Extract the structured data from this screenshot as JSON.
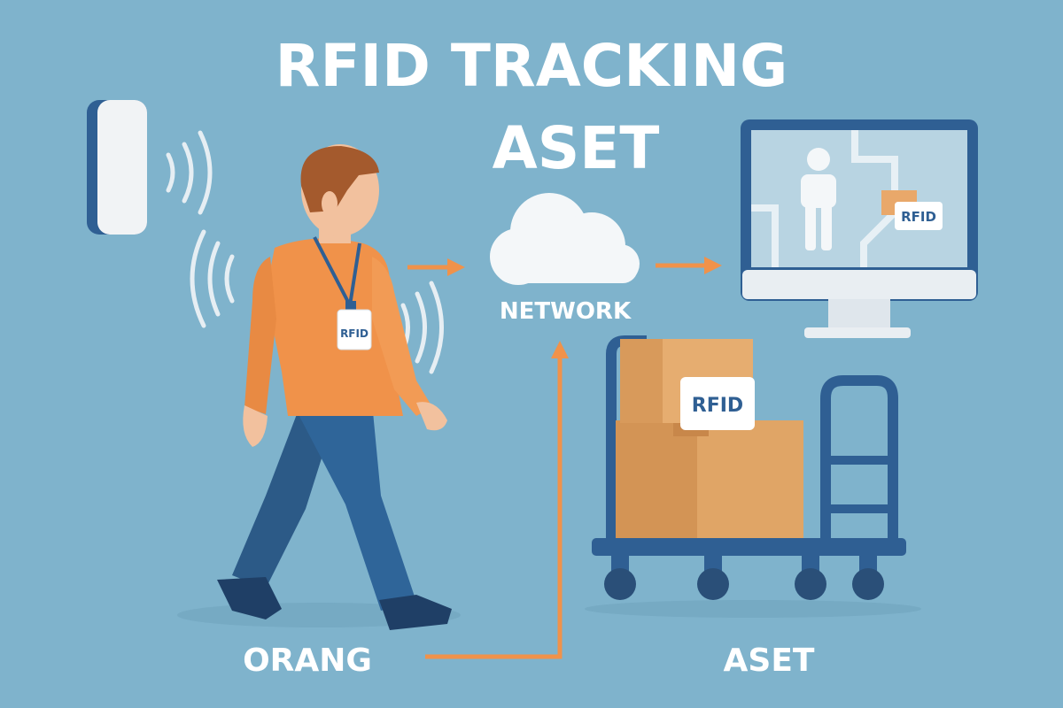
{
  "title": {
    "line1": "RFID TRACKING",
    "line2": "ASET"
  },
  "labels": {
    "network": "NETWORK",
    "person": "ORANG",
    "asset": "ASET"
  },
  "tags": {
    "badge": "RFID",
    "box": "RFID",
    "screen": "RFID"
  },
  "colors": {
    "background": "#7fb3cc",
    "accent_orange": "#f0924a",
    "navy": "#2f5f93",
    "box": "#e0a566",
    "white": "#ffffff"
  }
}
